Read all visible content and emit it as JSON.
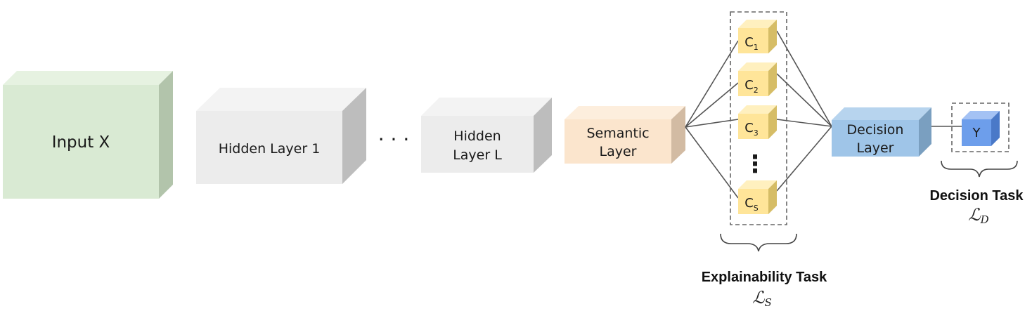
{
  "blocks": {
    "input": {
      "label": "Input X",
      "front": "#d9ead3",
      "top": "#e6f2e1",
      "side": "#b2c4ab"
    },
    "hidden1": {
      "label": "Hidden Layer 1",
      "front": "#ececec",
      "top": "#f3f3f3",
      "side": "#bdbdbd"
    },
    "ellipsis": "· · ·",
    "hiddenL": {
      "line1": "Hidden",
      "line2": "Layer L",
      "front": "#ececec",
      "top": "#f3f3f3",
      "side": "#bdbdbd"
    },
    "semantic": {
      "line1": "Semantic",
      "line2": "Layer",
      "front": "#fbe5cd",
      "top": "#fdeedd",
      "side": "#d2bba3"
    },
    "decision": {
      "line1": "Decision",
      "line2": "Layer",
      "front": "#9fc5e8",
      "top": "#b7d4ee",
      "side": "#7a9fc0"
    }
  },
  "concepts": {
    "letter": "C",
    "subscripts": [
      "1",
      "2",
      "3",
      "S"
    ],
    "vdots": "⋮",
    "front": "#ffe599",
    "top": "#fff0bf",
    "side": "#d6bd66"
  },
  "output": {
    "label": "Y",
    "front": "#6d9eeb",
    "top": "#a4c2f4",
    "side": "#4a79c8"
  },
  "tasks": {
    "explainability": {
      "title": "Explainability Task",
      "loss_symbol": "ℒ",
      "loss_sub": "S"
    },
    "decision": {
      "title": "Decision Task",
      "loss_symbol": "ℒ",
      "loss_sub": "D"
    }
  },
  "colors": {
    "edge": "#555555",
    "dash": "#666666",
    "brace": "#444444"
  }
}
